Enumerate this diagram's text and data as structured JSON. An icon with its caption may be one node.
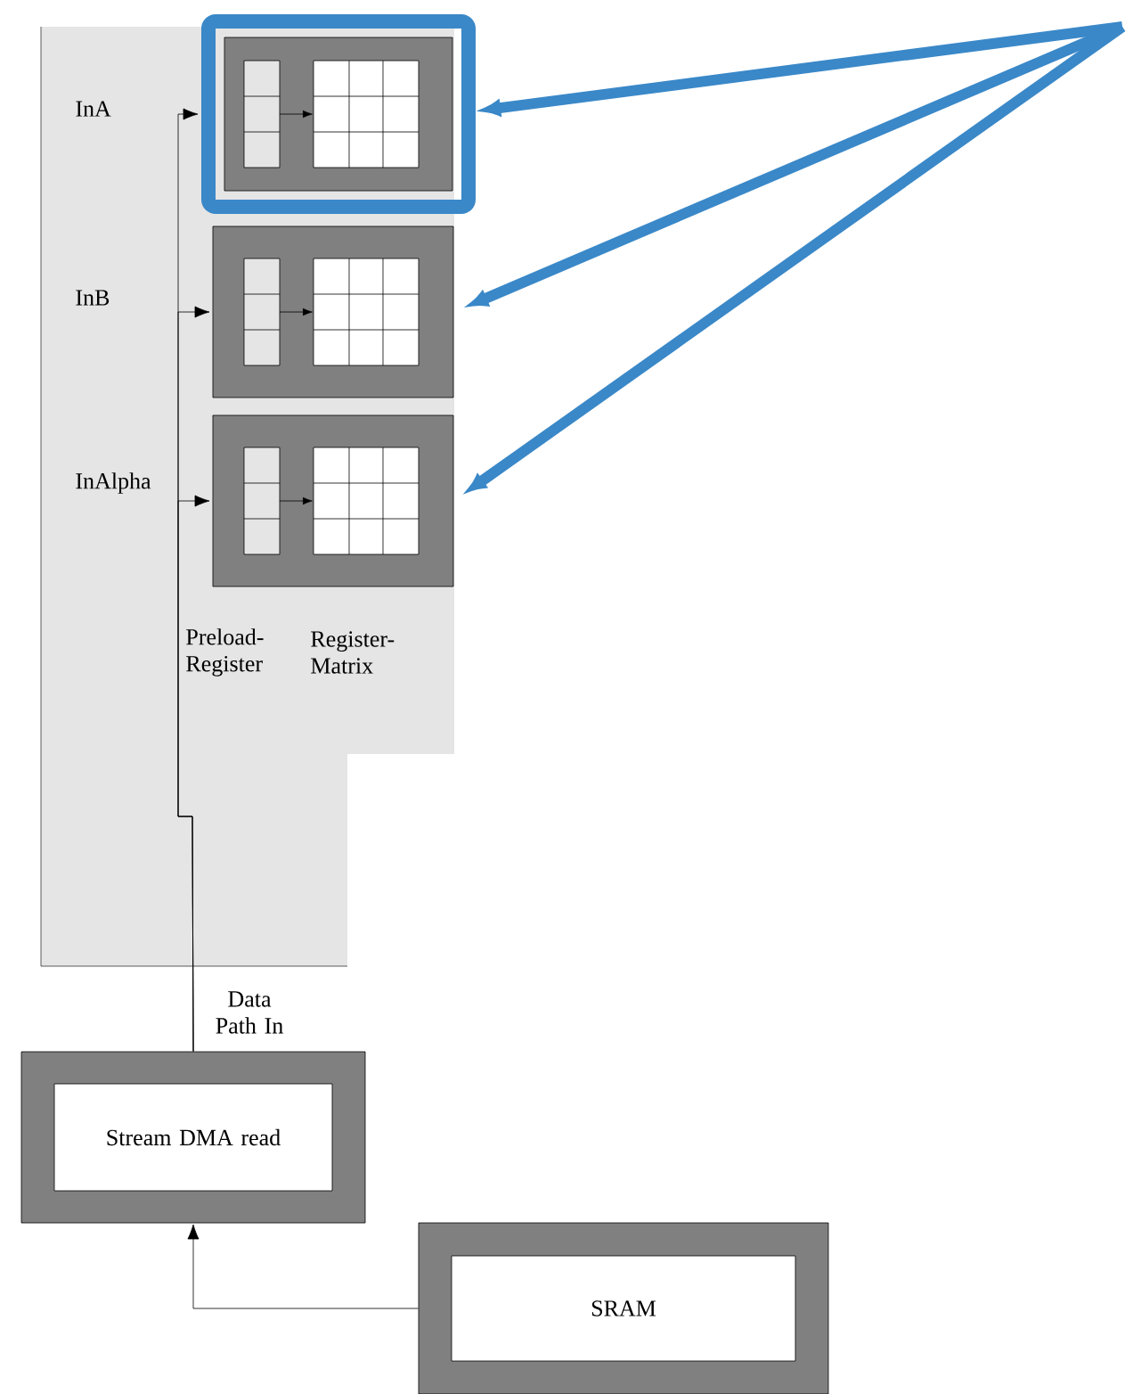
{
  "diagram": {
    "nodes": [
      {
        "text": [],
        "shape": "box"
      },
      {
        "text": [],
        "shape": "box"
      },
      {
        "text": [],
        "shape": "box"
      },
      {
        "text": [
          "Stream DMA read"
        ]
      },
      {
        "text": [
          "SRAM"
        ]
      }
    ],
    "edges": [
      {
        "from": 4,
        "to": 3,
        "arrow": "to"
      },
      {
        "from": 3,
        "to": 0,
        "arrow": "to"
      },
      {
        "from": 3,
        "to": 1,
        "arrow": "to"
      },
      {
        "from": 3,
        "to": 2,
        "arrow": "to"
      },
      {
        "from": null,
        "to": 0,
        "arrow": "to",
        "style": "thick",
        "color": "#3a88c8"
      },
      {
        "from": null,
        "to": 1,
        "arrow": "to",
        "style": "thick",
        "color": "#3a88c8"
      },
      {
        "from": null,
        "to": 2,
        "arrow": "to",
        "style": "thick",
        "color": "#3a88c8"
      }
    ],
    "labels": [
      "InA",
      "InB",
      "InAlpha",
      "Preload- Register",
      "Register- Matrix",
      "Data Path In"
    ]
  }
}
